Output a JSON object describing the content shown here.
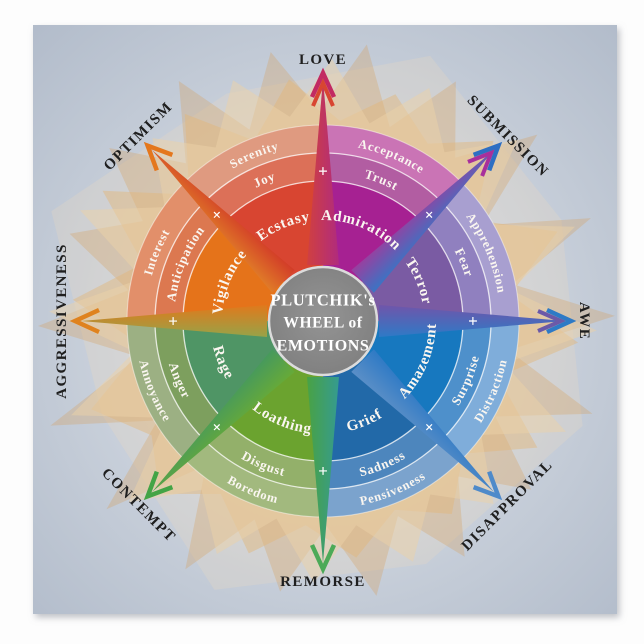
{
  "poster": {
    "outside_bg": "#fdfdfd",
    "bg_center": "#e6e9ed",
    "bg_mid": "#ccd3dd",
    "bg_edge": "#b0bac9",
    "shadow_color": "#8a8f99",
    "starburst_colors": [
      "#ecd2a8",
      "#e2b678",
      "#d89a50",
      "#f0dcc0"
    ]
  },
  "title": {
    "lines": [
      "PLUTCHIK's",
      "WHEEL of",
      "EMOTIONS"
    ],
    "circle_fill": "#949494",
    "circle_fill_edge": "#7b7b7b",
    "circle_border": "#dcdcdc",
    "text_color": "#ffffff"
  },
  "plus_sign": "+",
  "label_color": "#faf6f0",
  "dyad_label_color": "#1f1f1f",
  "petals": [
    {
      "name": "joy",
      "angle": 337.5,
      "reversed": false,
      "bands": [
        {
          "level": "outer",
          "label": "Serenity",
          "color": "#df9a80"
        },
        {
          "level": "middle",
          "label": "Joy",
          "color": "#dc7058"
        },
        {
          "level": "inner",
          "label": "Ecstasy",
          "color": "#d84531"
        }
      ]
    },
    {
      "name": "trust",
      "angle": 22.5,
      "reversed": false,
      "bands": [
        {
          "level": "outer",
          "label": "Acceptance",
          "color": "#ca74b5"
        },
        {
          "level": "middle",
          "label": "Trust",
          "color": "#b25da2"
        },
        {
          "level": "inner",
          "label": "Admiration",
          "color": "#a62192"
        }
      ]
    },
    {
      "name": "fear",
      "angle": 67.5,
      "reversed": false,
      "bands": [
        {
          "level": "outer",
          "label": "Apprehension",
          "color": "#a89fd0"
        },
        {
          "level": "middle",
          "label": "Fear",
          "color": "#9080bf"
        },
        {
          "level": "inner",
          "label": "Terror",
          "color": "#7a5ba3"
        }
      ]
    },
    {
      "name": "surprise",
      "angle": 112.5,
      "reversed": true,
      "bands": [
        {
          "level": "outer",
          "label": "Distraction",
          "color": "#7fadda"
        },
        {
          "level": "middle",
          "label": "Surprise",
          "color": "#4e90cb"
        },
        {
          "level": "inner",
          "label": "Amazement",
          "color": "#1778bf"
        }
      ]
    },
    {
      "name": "sadness",
      "angle": 157.5,
      "reversed": true,
      "bands": [
        {
          "level": "outer",
          "label": "Pensiveness",
          "color": "#7ba3cd"
        },
        {
          "level": "middle",
          "label": "Sadness",
          "color": "#4d86bd"
        },
        {
          "level": "inner",
          "label": "Grief",
          "color": "#2269a8"
        }
      ]
    },
    {
      "name": "disgust",
      "angle": 202.5,
      "reversed": true,
      "bands": [
        {
          "level": "outer",
          "label": "Boredom",
          "color": "#a2b97e"
        },
        {
          "level": "middle",
          "label": "Disgust",
          "color": "#93b06a"
        },
        {
          "level": "inner",
          "label": "Loathing",
          "color": "#6ba32f"
        }
      ]
    },
    {
      "name": "anger",
      "angle": 247.5,
      "reversed": true,
      "bands": [
        {
          "level": "outer",
          "label": "Annoyance",
          "color": "#9cb083"
        },
        {
          "level": "middle",
          "label": "Anger",
          "color": "#7d9f5e"
        },
        {
          "level": "inner",
          "label": "Rage",
          "color": "#4f9565"
        }
      ]
    },
    {
      "name": "anticipation",
      "angle": 292.5,
      "reversed": false,
      "bands": [
        {
          "level": "outer",
          "label": "Interest",
          "color": "#e28f6a"
        },
        {
          "level": "middle",
          "label": "Anticipation",
          "color": "#dc7850"
        },
        {
          "level": "inner",
          "label": "Vigilance",
          "color": "#e5731a"
        }
      ]
    }
  ],
  "dyads": [
    {
      "label": "LOVE",
      "angle": 0,
      "rotation": 0,
      "spike": [
        "#d04040",
        "#b02b7e"
      ],
      "head": "#c22a62",
      "head2": "#d84531"
    },
    {
      "label": "SUBMISSION",
      "angle": 45,
      "rotation": 45,
      "spike": [
        "#9a3f9f",
        "#3a74c4"
      ],
      "head": "#2e6fc3",
      "head2": "#a8309c"
    },
    {
      "label": "AWE",
      "angle": 90,
      "rotation": 90,
      "spike": [
        "#7055aa",
        "#2e7ac6"
      ],
      "head": "#2e7ac6",
      "head2": "#6b59a8"
    },
    {
      "label": "DISAPPROVAL",
      "angle": 135,
      "rotation": -45,
      "spike": [
        "#2f7ac5",
        "#5b8fc7"
      ],
      "head": "#4e8aca",
      "head2": null
    },
    {
      "label": "REMORSE",
      "angle": 180,
      "rotation": 0,
      "spike": [
        "#359b90",
        "#49a244"
      ],
      "head": "#4caa58",
      "head2": null
    },
    {
      "label": "CONTEMPT",
      "angle": 225,
      "rotation": 45,
      "spike": [
        "#67aa38",
        "#46995d"
      ],
      "head": "#43a446",
      "head2": null
    },
    {
      "label": "AGGRESSIVENESS",
      "angle": 270,
      "rotation": -90,
      "spike": [
        "#97a348",
        "#e0791c"
      ],
      "head": "#df821e",
      "head2": null
    },
    {
      "label": "OPTIMISM",
      "angle": 315,
      "rotation": -45,
      "spike": [
        "#e07c28",
        "#d23c28"
      ],
      "head": "#e4771d",
      "head2": null
    }
  ]
}
